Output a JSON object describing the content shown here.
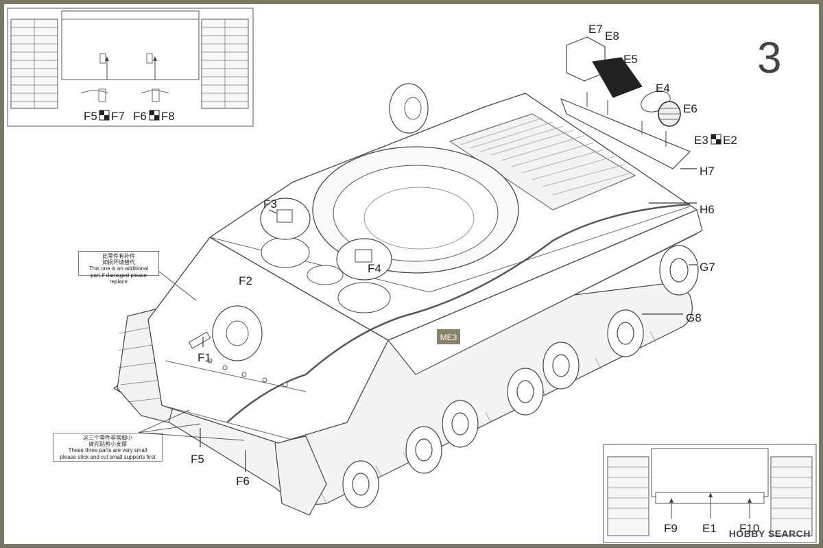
{
  "step_number": "3",
  "labels": {
    "e7": "E7",
    "e8": "E8",
    "e5": "E5",
    "e4": "E4",
    "e6": "E6",
    "e3e2_left": "E3",
    "e3e2_right": "E2",
    "h7": "H7",
    "h6": "H6",
    "f3": "F3",
    "f4": "F4",
    "f2": "F2",
    "f1": "F1",
    "f5": "F5",
    "f6": "F6",
    "g7": "G7",
    "g8": "G8",
    "f9": "F9",
    "e1": "E1",
    "f10": "F10"
  },
  "inset_top": {
    "pair1_left": "F5",
    "pair1_right": "F7",
    "pair2_left": "F6",
    "pair2_right": "F8"
  },
  "hull_marking": "ME3",
  "callout_spare": {
    "cn": "此零件有补件\n如损坏请替代",
    "en": "This one is an additional\npart.If damaged please replace"
  },
  "callout_small": {
    "cn": "这三个零件非常细小\n请先贴剪小支撑",
    "en": "These three parts are very small\nplease stick and cut small supports first"
  },
  "watermark": "HOBBY SEARCH",
  "colors": {
    "frame": "#7a7664",
    "line": "#555555",
    "marking": "#8a836a"
  }
}
